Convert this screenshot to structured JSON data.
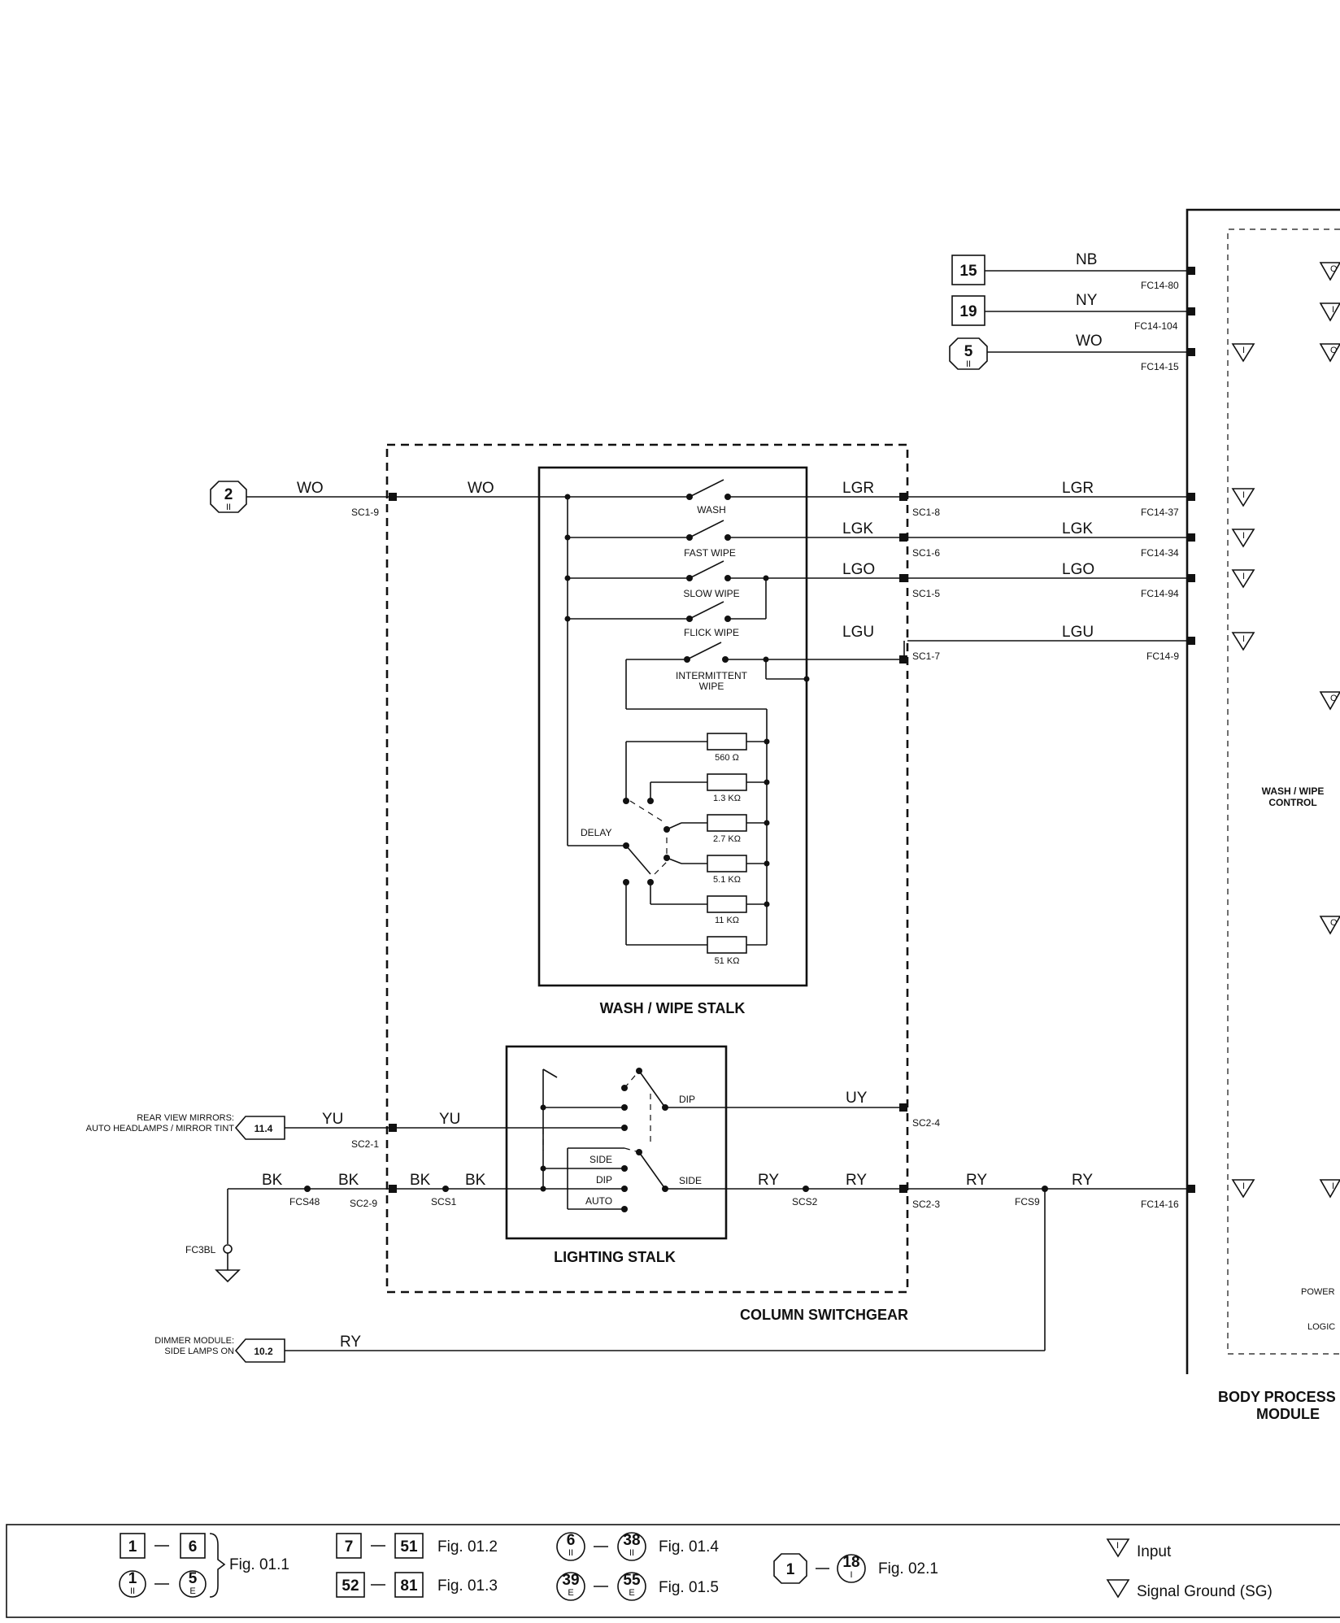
{
  "modules": {
    "column_switchgear": "COLUMN SWITCHGEAR",
    "wash_wipe_stalk": "WASH / WIPE STALK",
    "lighting_stalk": "LIGHTING STALK",
    "body_processor": "BODY PROCESS",
    "body_processor_2": "MODULE",
    "wash_wipe_control": "WASH / WIPE",
    "wash_wipe_control_2": "CONTROL",
    "power": "POWER",
    "logic": "LOGIC"
  },
  "references": {
    "ref15": "15",
    "ref19": "19",
    "ref5": "5",
    "ref5_sub": "II",
    "ref2": "2",
    "ref2_sub": "II",
    "ref11_4": "11.4",
    "ref10_2": "10.2"
  },
  "wires": {
    "nb": "NB",
    "ny": "NY",
    "wo1": "WO",
    "wo2": "WO",
    "wo3": "WO",
    "lgr1": "LGR",
    "lgr2": "LGR",
    "lgk1": "LGK",
    "lgk2": "LGK",
    "lgo1": "LGO",
    "lgo2": "LGO",
    "lgu1": "LGU",
    "lgu2": "LGU",
    "uy": "UY",
    "yu1": "YU",
    "yu2": "YU",
    "bk1": "BK",
    "bk2": "BK",
    "bk3": "BK",
    "bk4": "BK",
    "ry1": "RY",
    "ry2": "RY",
    "ry3": "RY",
    "ry4": "RY",
    "ry5": "RY"
  },
  "connectors": {
    "fc14_80": "FC14-80",
    "fc14_104": "FC14-104",
    "fc14_15": "FC14-15",
    "fc14_37": "FC14-37",
    "fc14_34": "FC14-34",
    "fc14_94": "FC14-94",
    "fc14_9": "FC14-9",
    "fc14_16": "FC14-16",
    "sc1_9": "SC1-9",
    "sc1_8": "SC1-8",
    "sc1_6": "SC1-6",
    "sc1_5": "SC1-5",
    "sc1_7": "SC1-7",
    "sc2_1": "SC2-1",
    "sc2_9": "SC2-9",
    "sc2_4": "SC2-4",
    "sc2_3": "SC2-3",
    "fcs48": "FCS48",
    "scs1": "SCS1",
    "scs2": "SCS2",
    "fcs9": "FCS9",
    "fc3bl": "FC3BL"
  },
  "switches": {
    "wash": "WASH",
    "fast_wipe": "FAST WIPE",
    "slow_wipe": "SLOW WIPE",
    "flick_wipe": "FLICK WIPE",
    "intermittent": "INTERMITTENT",
    "intermittent_2": "WIPE",
    "delay": "DELAY",
    "dip": "DIP",
    "side": "SIDE",
    "side2": "SIDE",
    "dip2": "DIP",
    "auto": "AUTO"
  },
  "resistors": {
    "r560": "560 Ω",
    "r1_3k": "1.3 KΩ",
    "r2_7k": "2.7 KΩ",
    "r5_1k": "5.1 KΩ",
    "r11k": "11 KΩ",
    "r51k": "51 KΩ"
  },
  "destinations": {
    "mirrors_1": "REAR VIEW MIRRORS:",
    "mirrors_2": "AUTO HEADLAMPS / MIRROR TINT",
    "dimmer_1": "DIMMER MODULE:",
    "dimmer_2": "SIDE LAMPS ON"
  },
  "legend": {
    "a1": "1",
    "a2": "6",
    "b1": "1",
    "b1_sub": "II",
    "b2": "5",
    "b2_sub": "E",
    "fig_011": "Fig. 01.1",
    "c1": "7",
    "c2": "51",
    "fig_012": "Fig. 01.2",
    "d1": "52",
    "d2": "81",
    "fig_013": "Fig. 01.3",
    "e1": "6",
    "e1_sub": "II",
    "e2": "38",
    "e2_sub": "II",
    "fig_014": "Fig. 01.4",
    "f1": "39",
    "f1_sub": "E",
    "f2": "55",
    "f2_sub": "E",
    "fig_015": "Fig. 01.5",
    "g1": "1",
    "g2": "18",
    "g2_sub": "I",
    "fig_021": "Fig. 02.1",
    "input_symbol": "I",
    "input": "Input",
    "signal_ground": "Signal Ground (SG)"
  },
  "partial_symbols": {
    "s1": "O",
    "s2": "I",
    "s3": "O",
    "s4": "O",
    "s5": "O",
    "s6": "I"
  },
  "pin_marks": {
    "p15": "I",
    "p37": "I",
    "p34": "I",
    "p94": "I",
    "p9": "I",
    "p16": "I"
  }
}
